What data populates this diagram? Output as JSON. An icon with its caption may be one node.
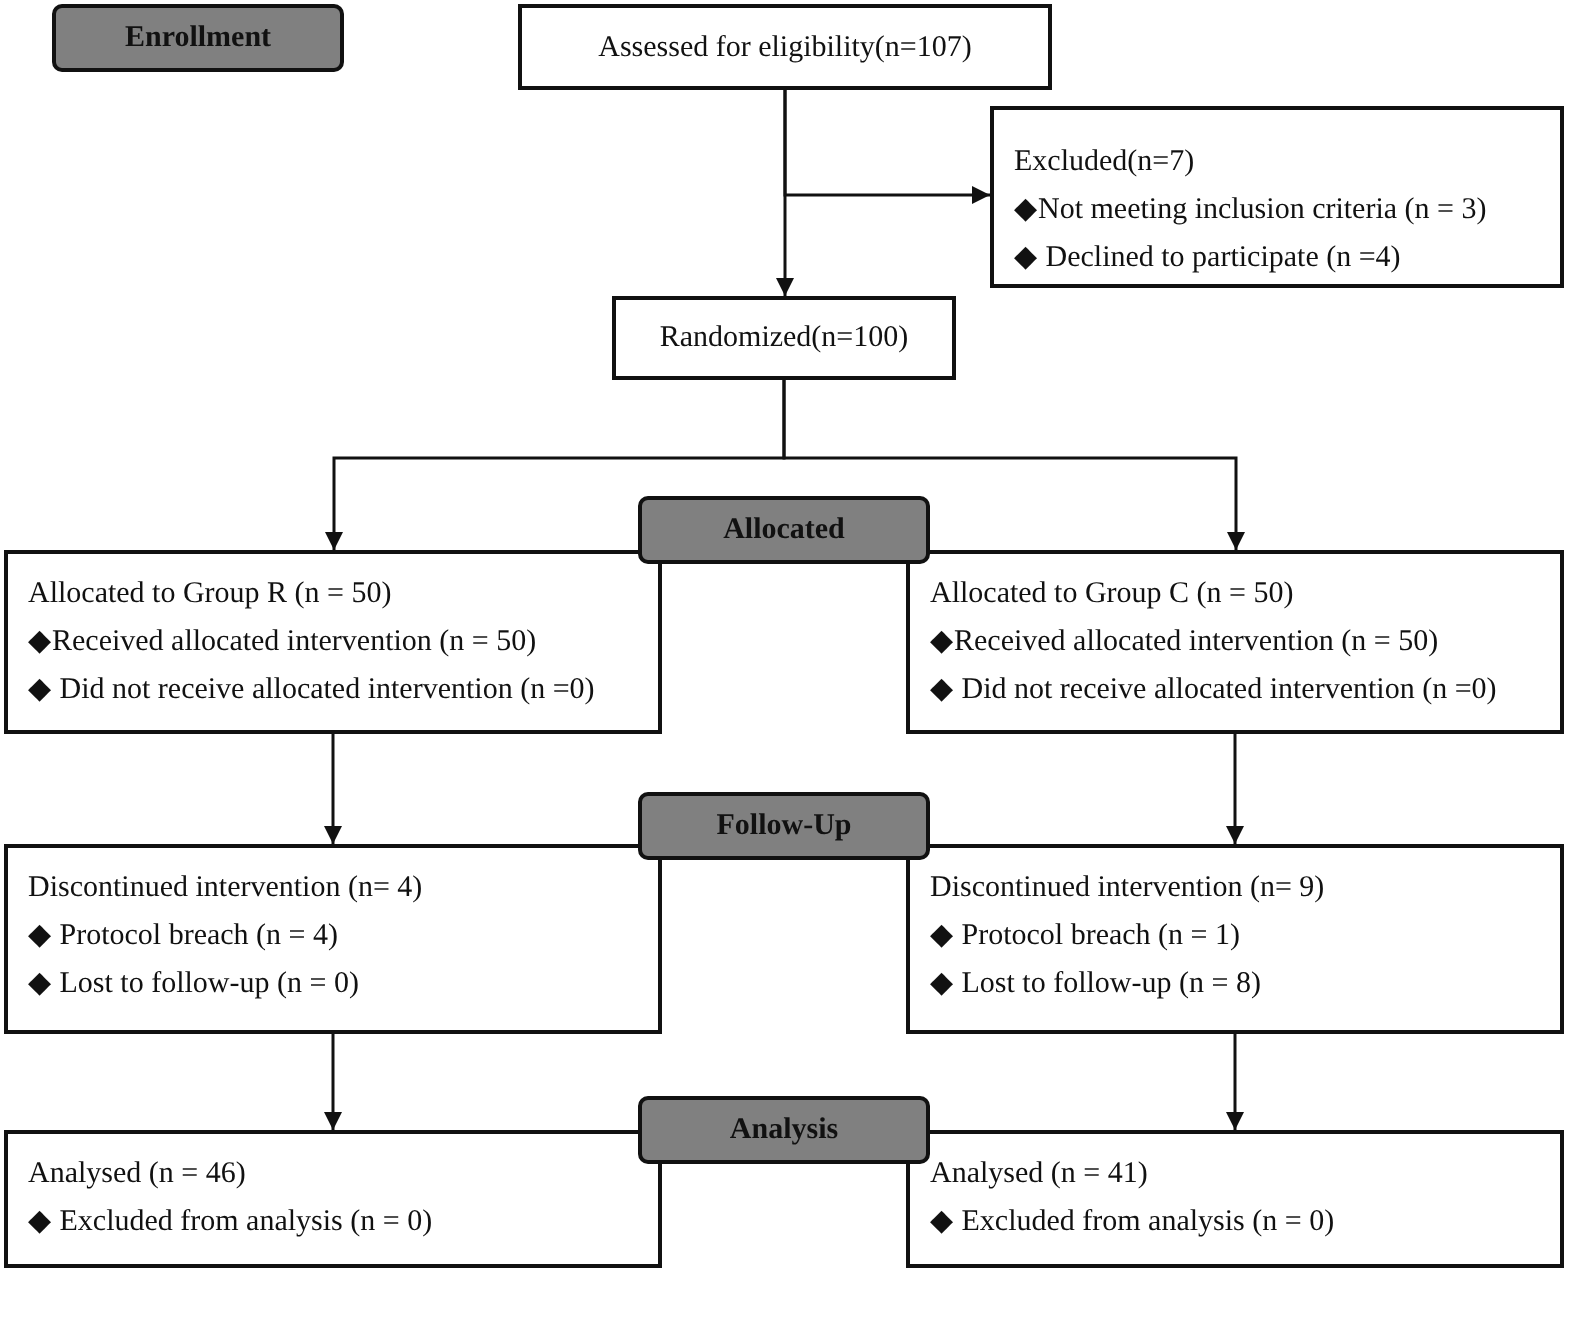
{
  "diagram": {
    "nodes": [
      {
        "text": [
          "Enrollment"
        ]
      },
      {
        "text": [
          "Assessed for eligibility(n=107)"
        ]
      },
      {
        "text": [
          "Excluded(n=7)",
          "◆Not meeting inclusion criteria (n = 3)",
          "◆ Declined to participate (n =4)"
        ]
      },
      {
        "text": [
          "Randomized(n=100)"
        ]
      },
      {
        "text": [
          "Allocated"
        ]
      },
      {
        "text": [
          "Allocated to Group R (n = 50)",
          "◆Received allocated intervention (n = 50)",
          "◆ Did not receive allocated intervention (n =0)"
        ]
      },
      {
        "text": [
          "Allocated to Group C (n = 50)",
          "◆Received allocated intervention (n = 50)",
          "◆ Did not receive allocated intervention (n =0)"
        ]
      },
      {
        "text": [
          "Follow-Up"
        ]
      },
      {
        "text": [
          "Discontinued intervention (n= 4)",
          "◆ Protocol breach (n = 4)",
          "◆ Lost to follow-up (n = 0)"
        ]
      },
      {
        "text": [
          "Discontinued intervention (n= 9)",
          "◆ Protocol breach (n = 1)",
          "◆ Lost to follow-up (n = 8)"
        ]
      },
      {
        "text": [
          "Analysis"
        ]
      },
      {
        "text": [
          "Analysed (n = 46)",
          "◆ Excluded from analysis (n = 0)"
        ]
      },
      {
        "text": [
          "Analysed (n = 41)",
          "◆ Excluded from analysis (n = 0)"
        ]
      }
    ],
    "edges": [
      {
        "from": 1,
        "to": 3,
        "arrow": "to"
      },
      {
        "from": 1,
        "to": 2,
        "arrow": "to"
      },
      {
        "from": 3,
        "to": 5,
        "arrow": "to"
      },
      {
        "from": 3,
        "to": 6,
        "arrow": "to"
      },
      {
        "from": 5,
        "to": 8,
        "arrow": "to"
      },
      {
        "from": 6,
        "to": 9,
        "arrow": "to"
      },
      {
        "from": 8,
        "to": 11,
        "arrow": "to"
      },
      {
        "from": 9,
        "to": 12,
        "arrow": "to"
      }
    ]
  }
}
